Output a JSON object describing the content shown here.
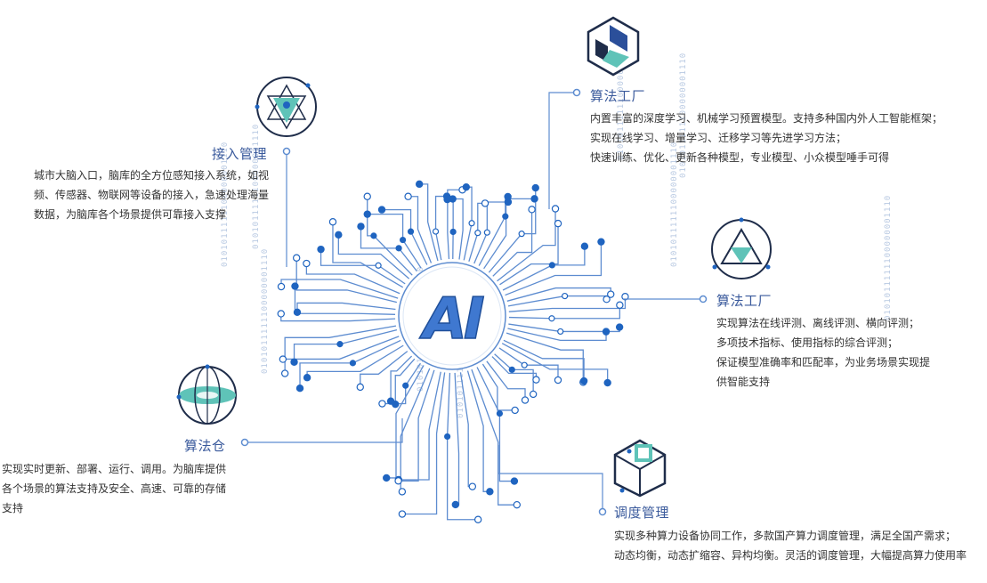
{
  "colors": {
    "circuit": "#5d8cd0",
    "node_dark": "#1f64c0",
    "title": "#3a5a9c",
    "teal": "#5fc3b8",
    "navy": "#1f2d4a",
    "binary": "#b8c9e2"
  },
  "center": {
    "logo": "AI"
  },
  "binary_text": "0101011111100000001110",
  "sections": [
    {
      "id": "access",
      "icon": "triangle-in-circle-icon",
      "title": "接入管理",
      "lines": [
        "城市大脑入口，脑库的全方位感知接入系统，如视",
        "频、传感器、物联网等设备的接入，急速处理海量",
        "数据，为脑库各个场景提供可靠接入支撑"
      ]
    },
    {
      "id": "factory-top",
      "icon": "hexagon-cube-icon",
      "title": "算法工厂",
      "lines": [
        "内置丰富的深度学习、机械学习预置模型。支持多种国内外人工智能框架；",
        "实现在线学习、增量学习、迁移学习等先进学习方法；",
        "快速训练、优化、更新各种模型，专业模型、小众模型唾手可得"
      ]
    },
    {
      "id": "factory-right",
      "icon": "triangle-circle-icon",
      "title": "算法工厂",
      "lines": [
        "实现算法在线评测、离线评测、横向评测；",
        "多项技术指标、使用指标的综合评测；",
        "保证模型准确率和匹配率，为业务场景实现提",
        "供智能支持"
      ]
    },
    {
      "id": "warehouse",
      "icon": "globe-icon",
      "title": "算法仓",
      "lines": [
        "实现实时更新、部署、运行、调用。为脑库提供",
        "各个场景的算法支持及安全、高速、可靠的存储",
        "支持"
      ]
    },
    {
      "id": "schedule",
      "icon": "cube-icon",
      "title": "调度管理",
      "lines": [
        "实现多种算力设备协同工作，多款国产算力调度管理，满足全国产需求；",
        "动态均衡，动态扩缩容、异构均衡。灵活的调度管理，大幅提高算力使用率"
      ]
    }
  ]
}
